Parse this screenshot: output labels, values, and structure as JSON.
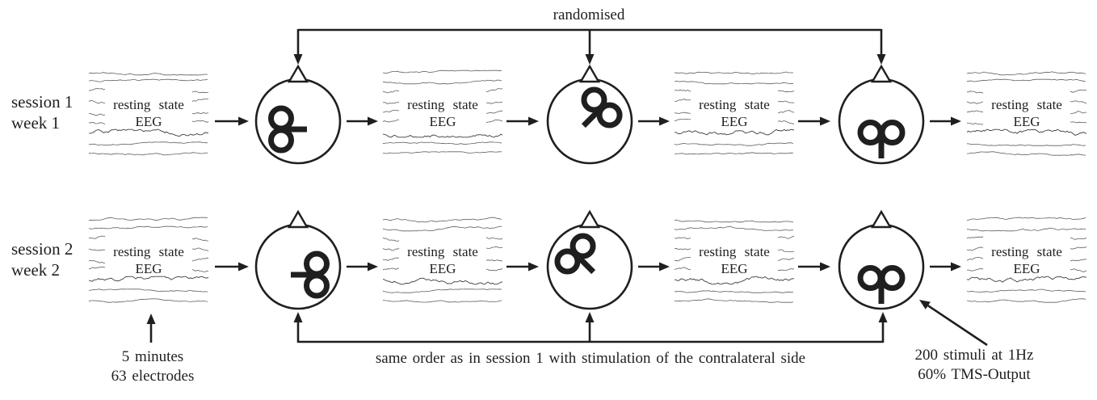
{
  "figure": {
    "top_annotation": "randomised",
    "sessions": [
      {
        "line1": "session 1",
        "line2": "week 1"
      },
      {
        "line1": "session 2",
        "line2": "week 2"
      }
    ],
    "eeg_panel": {
      "line1": "resting state",
      "line2": "EEG"
    },
    "notes": {
      "recording_line1": "5 minutes",
      "recording_line2": "63 electrodes",
      "order": "same order as in session 1 with stimulation of the contralateral side",
      "stimulation_line1": "200 stimuli at 1Hz",
      "stimulation_line2": "60% TMS-Output"
    },
    "icons": {
      "head": "head-top-view-icon",
      "nose": "nose-icon",
      "coil": "tms-figure8-coil-icon"
    },
    "colors": {
      "ink": "#1f1f1f",
      "trace": "#5f5f5f",
      "trace_busy": "#3c3c3c",
      "background": "#ffffff"
    }
  }
}
